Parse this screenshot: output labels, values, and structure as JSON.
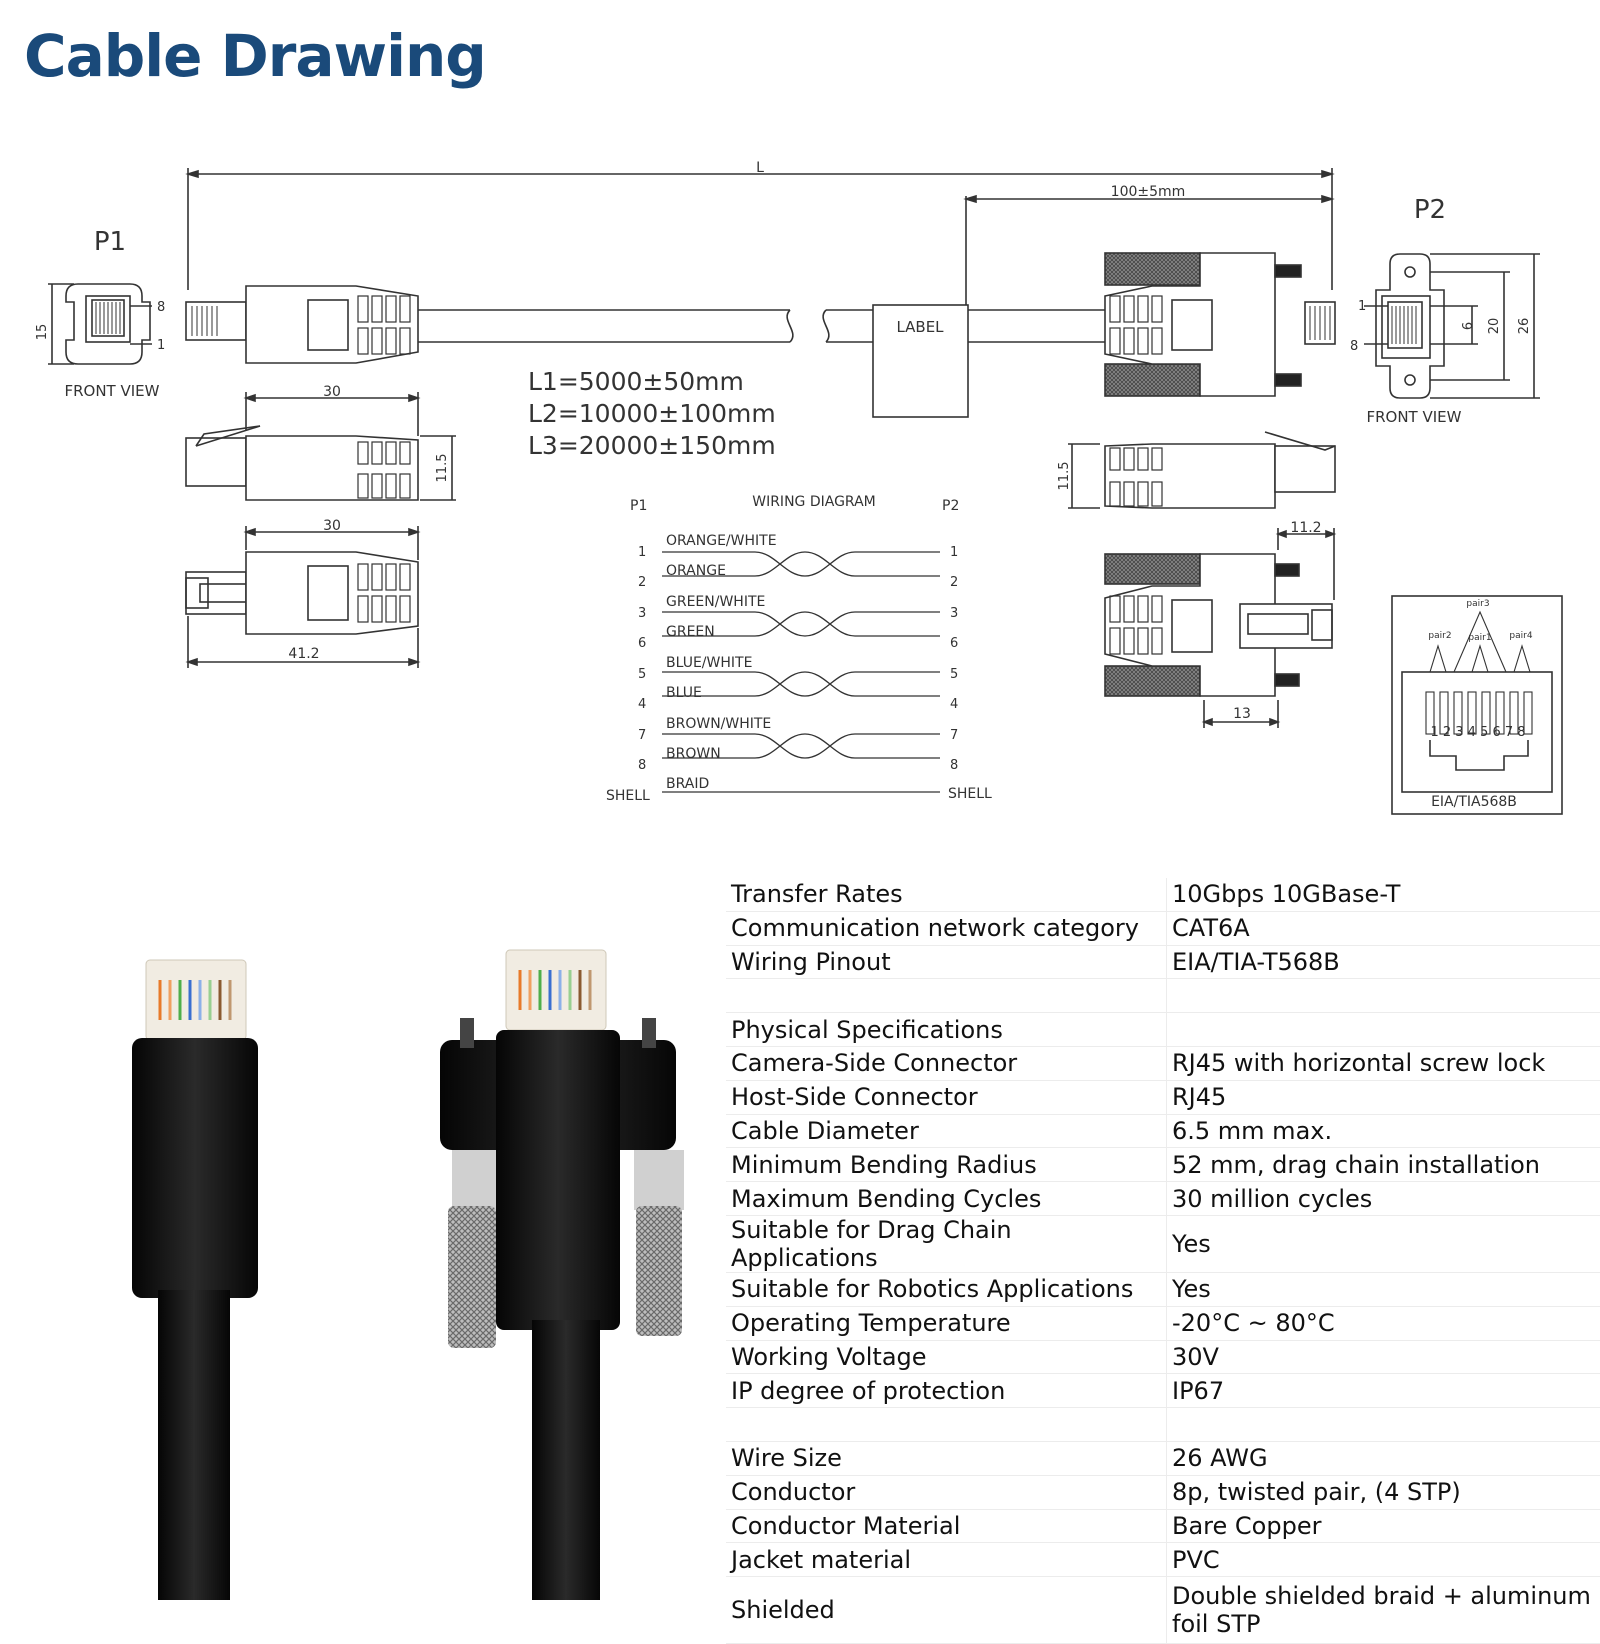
{
  "title": "Cable Drawing",
  "drawing": {
    "p1": "P1",
    "p2": "P2",
    "length_L": "L",
    "dim_100": "100±5mm",
    "label_box": "LABEL",
    "front_view": "FRONT VIEW",
    "dim_15": "15",
    "dim_8": "8",
    "dim_1": "1",
    "dim_30a": "30",
    "dim_30b": "30",
    "dim_11_5a": "11.5",
    "dim_11_5b": "11.5",
    "dim_41_2": "41.2",
    "dim_11_2": "11.2",
    "dim_13": "13",
    "dim_6": "6",
    "dim_20": "20",
    "dim_26": "26",
    "lengths": [
      "L1=5000±50mm",
      "L2=10000±100mm",
      "L3=20000±150mm"
    ],
    "wiring": {
      "title": "WIRING DIAGRAM",
      "left": "P1",
      "right": "P2",
      "wires": [
        {
          "pin": "1",
          "name": "ORANGE/WHITE"
        },
        {
          "pin": "2",
          "name": "ORANGE"
        },
        {
          "pin": "3",
          "name": "GREEN/WHITE"
        },
        {
          "pin": "6",
          "name": "GREEN"
        },
        {
          "pin": "5",
          "name": "BLUE/WHITE"
        },
        {
          "pin": "4",
          "name": "BLUE"
        },
        {
          "pin": "7",
          "name": "BROWN/WHITE"
        },
        {
          "pin": "8",
          "name": "BROWN"
        }
      ],
      "shell": "SHELL",
      "braid": "BRAID"
    },
    "pinout": {
      "pair1": "pair1",
      "pair2": "pair2",
      "pair3": "pair3",
      "pair4": "pair4",
      "pins": "1 2 3 4 5 6 7 8",
      "standard": "EIA/TIA568B"
    }
  },
  "specs": [
    {
      "key": "Transfer Rates",
      "value": "10Gbps 10GBase-T"
    },
    {
      "key": "Communication network category",
      "value": "CAT6A"
    },
    {
      "key": "Wiring Pinout",
      "value": "EIA/TIA-T568B"
    },
    {
      "key": "",
      "value": ""
    },
    {
      "key": "Physical Specifications",
      "value": ""
    },
    {
      "key": "Camera-Side Connector",
      "value": "RJ45 with horizontal screw lock"
    },
    {
      "key": "Host-Side Connector",
      "value": "RJ45"
    },
    {
      "key": "Cable Diameter",
      "value": "6.5 mm max."
    },
    {
      "key": "Minimum Bending Radius",
      "value": "52 mm, drag chain installation"
    },
    {
      "key": "Maximum Bending Cycles",
      "value": "30 million cycles"
    },
    {
      "key": "Suitable for Drag Chain Applications",
      "value": "Yes"
    },
    {
      "key": "Suitable for Robotics Applications",
      "value": "Yes"
    },
    {
      "key": "Operating Temperature",
      "value": "-20°C ~ 80°C"
    },
    {
      "key": "Working Voltage",
      "value": "30V"
    },
    {
      "key": "IP degree of protection",
      "value": "IP67"
    },
    {
      "key": "",
      "value": ""
    },
    {
      "key": "Wire Size",
      "value": "26 AWG"
    },
    {
      "key": "Conductor",
      "value": "8p, twisted pair, (4 STP)"
    },
    {
      "key": "Conductor Material",
      "value": "Bare Copper"
    },
    {
      "key": "Jacket material",
      "value": "PVC"
    },
    {
      "key": "Shielded",
      "value": "Double shielded braid + aluminum foil STP"
    }
  ]
}
